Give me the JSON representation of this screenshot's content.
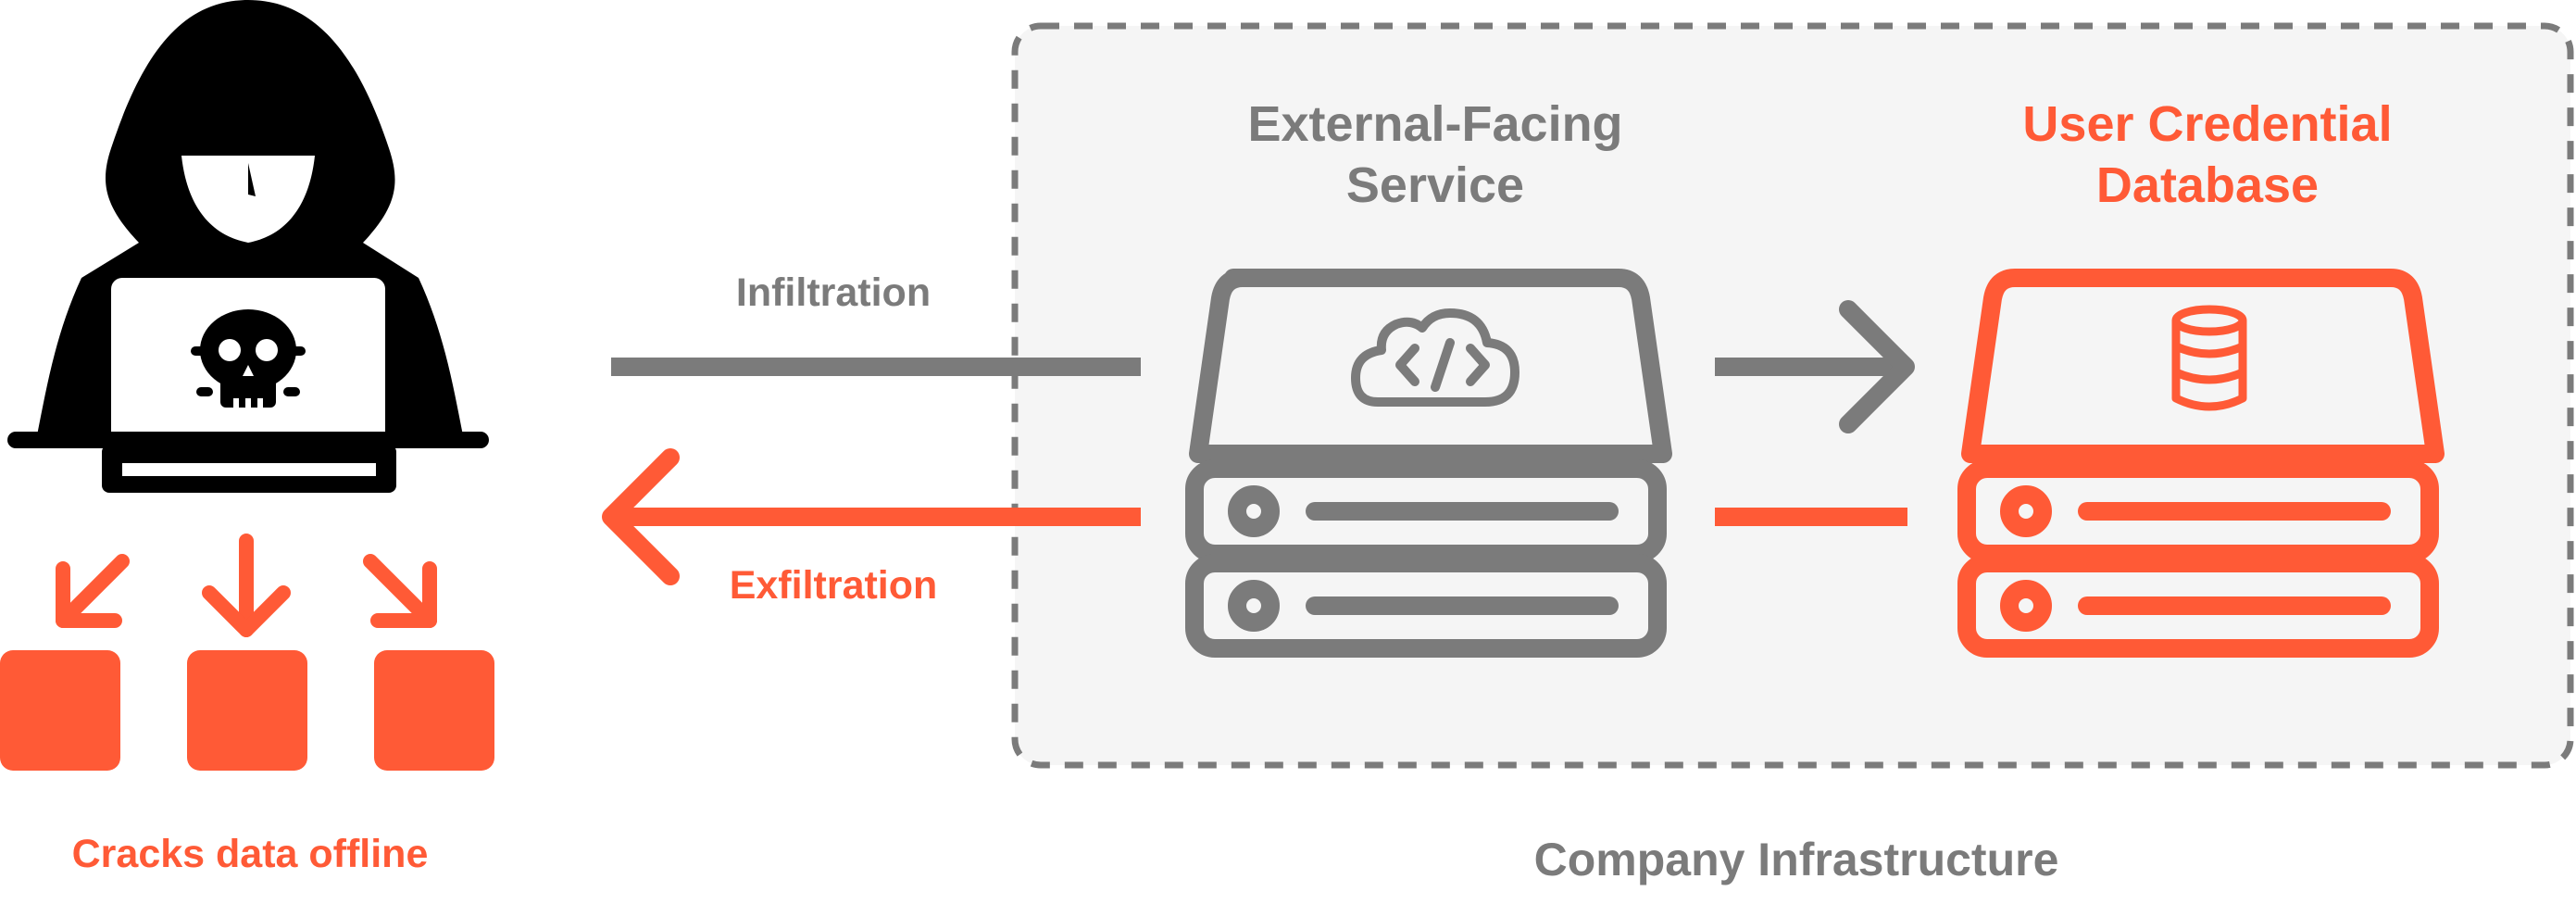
{
  "colors": {
    "accent": "#ff5a36",
    "neutral": "#7b7b7b",
    "attacker": "#000000",
    "zone_fill": "#f5f5f5",
    "zone_border": "#7b7b7b"
  },
  "flows": {
    "infiltration_label": "Infiltration",
    "exfiltration_label": "Exfiltration"
  },
  "attacker": {
    "icon": "hooded-hacker-with-laptop-icon",
    "laptop_icon": "skull-icon",
    "caption": "Cracks data offline",
    "output_blocks": 3
  },
  "zone": {
    "label": "Company Infrastructure"
  },
  "nodes": [
    {
      "id": "external-service",
      "title_line1": "External-Facing",
      "title_line2": "Service",
      "icon": "cloud-code-icon"
    },
    {
      "id": "credential-db",
      "title_line1": "User Credential",
      "title_line2": "Database",
      "icon": "database-icon"
    }
  ]
}
